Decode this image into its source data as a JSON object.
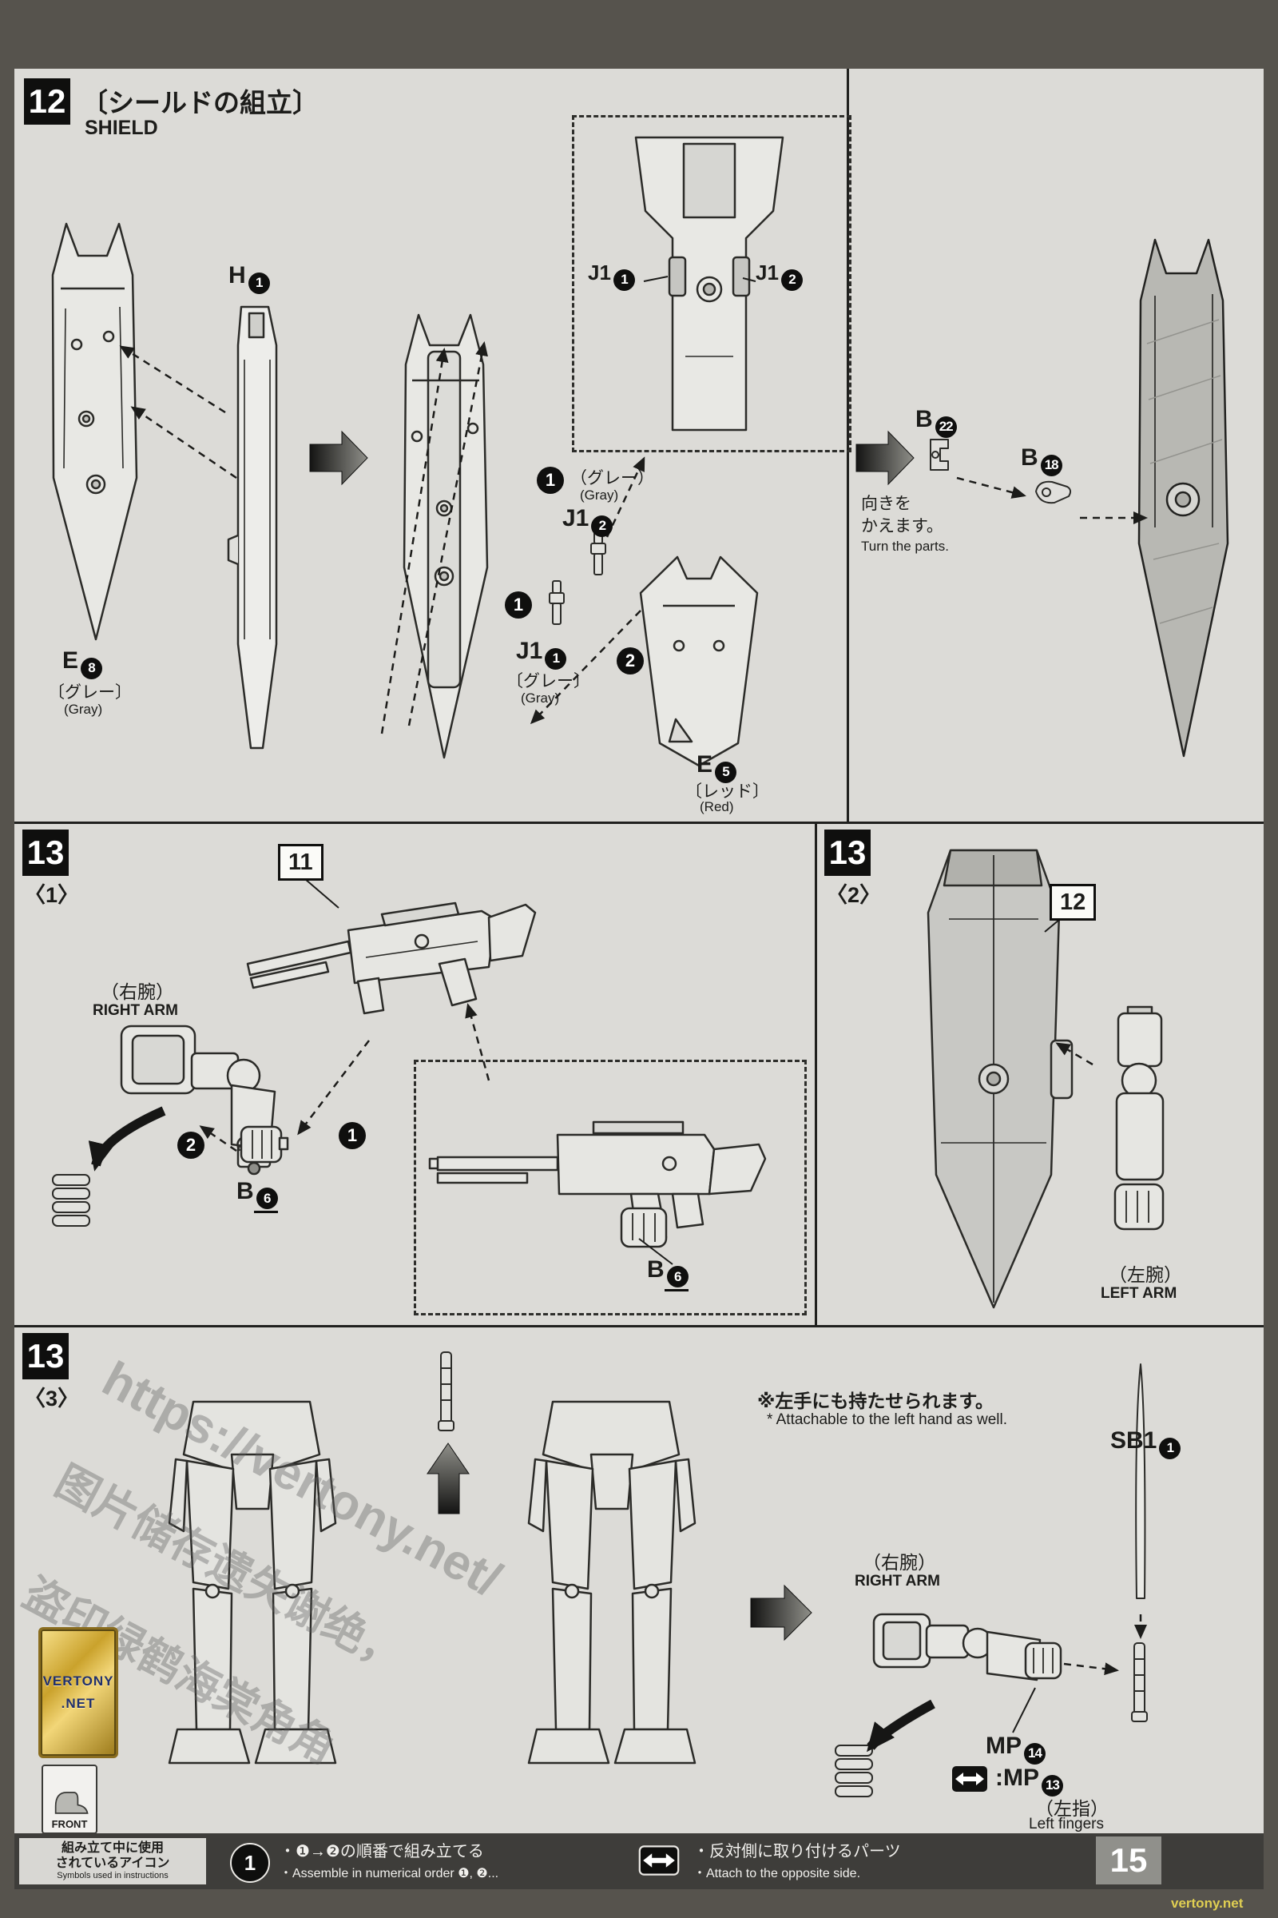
{
  "page": {
    "number": "15",
    "site": "vertony.net"
  },
  "watermarks": {
    "url": "https://vertony.net/",
    "cn_line1": "图片储存遗失谢绝，",
    "cn_line2": "盗印绿鹤海棠角角",
    "logo_top": "VERTONY",
    "logo_bottom": ".NET",
    "front_label": "FRONT"
  },
  "step12": {
    "number": "12",
    "title_jp": "〔シールドの組立〕",
    "title_en": "SHIELD",
    "e8_letter": "E",
    "e8_num": "8",
    "e8_color_jp": "〔グレー〕",
    "e8_color_en": "(Gray)",
    "h1_letter": "H",
    "h1_num": "1",
    "box_j1a": "J1",
    "box_j1a_num": "1",
    "box_j1b": "J1",
    "box_j1b_num": "2",
    "j1b_name": "J1",
    "j1b_num": "2",
    "j1b_color_jp": "（グレー）",
    "j1b_color_en": "(Gray)",
    "j1a_name": "J1",
    "j1a_num": "1",
    "j1a_color_jp": "〔グレー〕",
    "j1a_color_en": "(Gray)",
    "callout_1": "1",
    "callout_2": "2",
    "e5_letter": "E",
    "e5_num": "5",
    "e5_color_jp": "〔レッド〕",
    "e5_color_en": "(Red)",
    "b22_letter": "B",
    "b22_num": "22",
    "b18_letter": "B",
    "b18_num": "18",
    "turn_jp1": "向きを",
    "turn_jp2": "かえます。",
    "turn_en": "Turn the parts."
  },
  "step13_1": {
    "number": "13",
    "sub": "〈1〉",
    "part_label": "11",
    "arm_jp": "（右腕）",
    "arm_en": "RIGHT ARM",
    "b6_letter": "B",
    "b6_num": "6",
    "b6_box_letter": "B",
    "b6_box_num": "6",
    "callout_1": "1",
    "callout_2": "2"
  },
  "step13_2": {
    "number": "13",
    "sub": "〈2〉",
    "part_label": "12",
    "arm_jp": "（左腕）",
    "arm_en": "LEFT ARM"
  },
  "step13_3": {
    "number": "13",
    "sub": "〈3〉",
    "note_jp": "※左手にも持たせられます。",
    "note_en": "* Attachable to the left hand as well.",
    "sb1_name": "SB1",
    "sb1_num": "1",
    "arm_jp": "（右腕）",
    "arm_en": "RIGHT ARM",
    "mp14_name": "MP",
    "mp14_num": "14",
    "mp13_name": ":MP",
    "mp13_num": "13",
    "fingers_jp": "（左指）",
    "fingers_en": "Left fingers"
  },
  "legend": {
    "box_jp1": "組み立て中に使用",
    "box_jp2": "されているアイコン",
    "box_en": "Symbols used in instructions",
    "icon1_num": "1",
    "item1_jp": "・❶→❷の順番で組み立てる",
    "item1_en": "・Assemble in numerical order ❶, ❷...",
    "item2_jp": "・反対側に取り付けるパーツ",
    "item2_en": "・Attach to the opposite side."
  }
}
